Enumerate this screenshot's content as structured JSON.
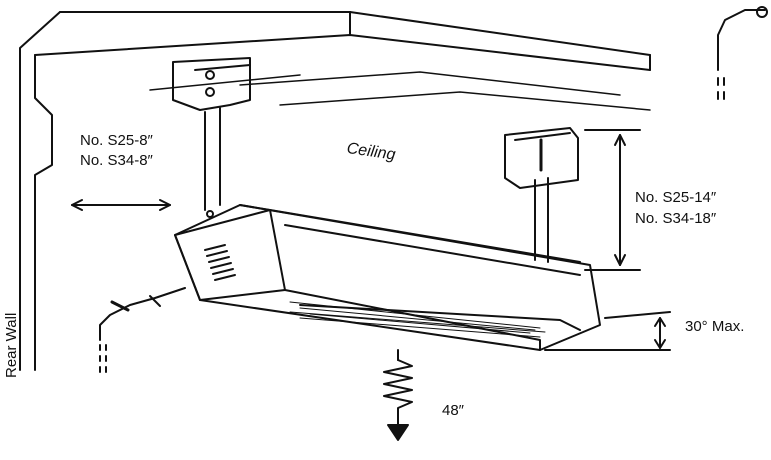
{
  "labels": {
    "ceiling": "Ceiling",
    "rear_wall": "Rear Wall",
    "side_clearance": [
      "No. S25-8″",
      "No. S34-8″"
    ],
    "drop_distance": [
      "No. S25-14″",
      "No. S34-18″"
    ],
    "tilt": "30° Max.",
    "floor_clearance": "48″"
  },
  "colors": {
    "line": "#111111",
    "background": "#ffffff"
  }
}
